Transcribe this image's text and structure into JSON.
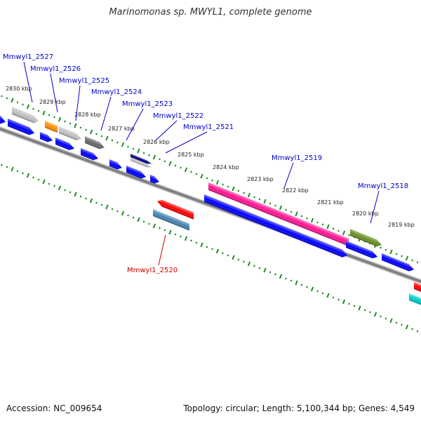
{
  "title": "Marinomonas sp. MWYL1, complete genome",
  "footer": {
    "accession": "Accession: NC_009654",
    "topology": "Topology: circular; Length: 5,100,344 bp; Genes: 4,549"
  },
  "colors": {
    "background": "#ffffff",
    "backbone": "#808080",
    "tick": "#228b22",
    "label_forward": "#0000cc",
    "label_reverse": "#cc0000",
    "cds_blue": "#0000ff"
  },
  "kbp_labels": [
    "2830 kbp",
    "2829 kbp",
    "2828 kbp",
    "2827 kbp",
    "2826 kbp",
    "2825 kbp",
    "2824 kbp",
    "2823 kbp",
    "2822 kbp",
    "2821 kbp",
    "2820 kbp",
    "2819 kbp"
  ],
  "gene_labels": [
    {
      "text": "Mmwyl1_2527",
      "strand": "forward"
    },
    {
      "text": "Mmwyl1_2526",
      "strand": "forward"
    },
    {
      "text": "Mmwyl1_2525",
      "strand": "forward"
    },
    {
      "text": "Mmwyl1_2524",
      "strand": "forward"
    },
    {
      "text": "Mmwyl1_2523",
      "strand": "forward"
    },
    {
      "text": "Mmwyl1_2522",
      "strand": "forward"
    },
    {
      "text": "Mmwyl1_2521",
      "strand": "forward"
    },
    {
      "text": "Mmwyl1_2519",
      "strand": "forward"
    },
    {
      "text": "Mmwyl1_2518",
      "strand": "forward"
    },
    {
      "text": "Mmwyl1_2520",
      "strand": "reverse"
    }
  ],
  "feature_colors": [
    "#c0c0c0",
    "#ff8c00",
    "#c0c0c0",
    "#696969",
    "#000080",
    "#c0c0c0",
    "#ff1493",
    "#6b8e23",
    "#ff0000",
    "#4682b4",
    "#00ced1",
    "#ff0000"
  ]
}
